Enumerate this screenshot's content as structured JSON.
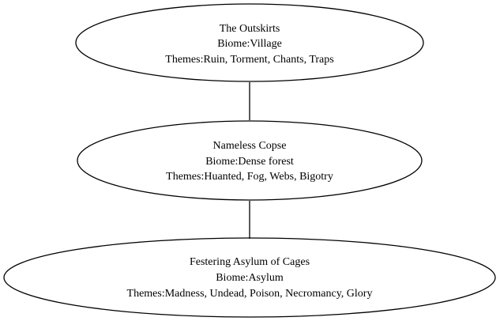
{
  "diagram": {
    "nodes": [
      {
        "lines": [
          "The Outskirts",
          "Biome:Village",
          "Themes:Ruin, Torment, Chants, Traps"
        ]
      },
      {
        "lines": [
          "Nameless Copse",
          "Biome:Dense forest",
          "Themes:Huanted, Fog, Webs, Bigotry"
        ]
      },
      {
        "lines": [
          "Festering Asylum of Cages",
          "Biome:Asylum",
          "Themes:Madness, Undead, Poison, Necromancy, Glory"
        ]
      }
    ],
    "edges": [
      {
        "from": 0,
        "to": 1
      },
      {
        "from": 1,
        "to": 2
      }
    ]
  }
}
